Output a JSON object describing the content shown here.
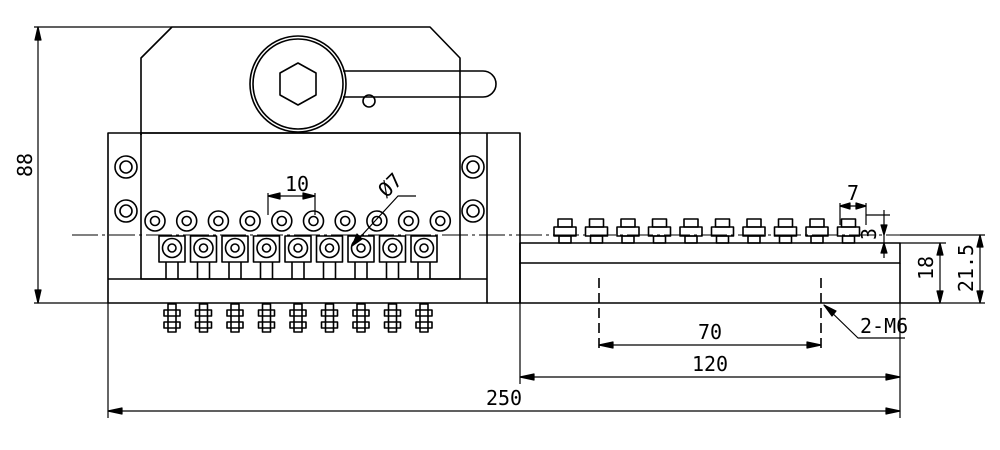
{
  "dimensions": {
    "height_total": "88",
    "overall_length": "250",
    "rail_length": "120",
    "hole_spacing": "70",
    "mount_holes": "2-M6",
    "roller_pitch": "10",
    "roller_diameter": "Ø7",
    "rail_roller_width": "7",
    "rail_offset": "3",
    "rail_height": "18",
    "rail_total_height": "21.5"
  },
  "counts": {
    "upper_rollers": 10,
    "lower_rollers": 9,
    "rail_rollers": 10
  },
  "colors": {
    "line": "#000000",
    "background": "#ffffff"
  }
}
